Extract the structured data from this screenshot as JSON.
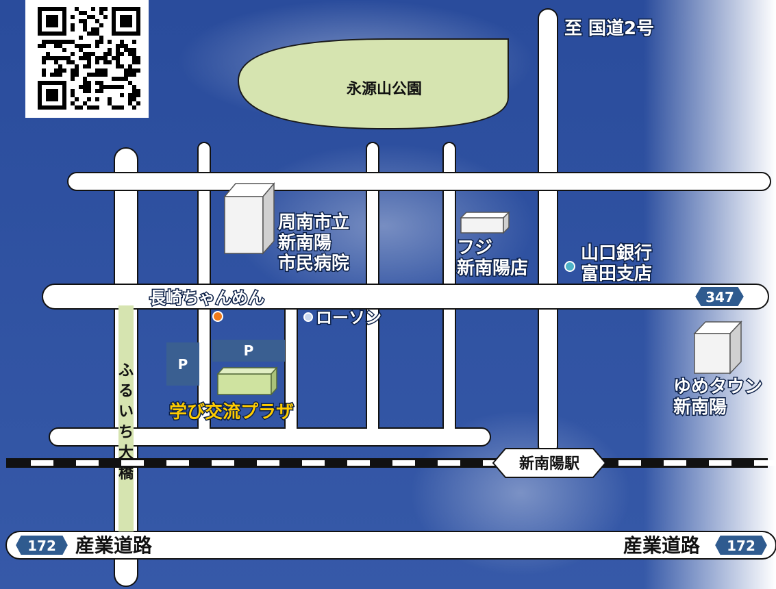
{
  "park": {
    "label": "永源山公園"
  },
  "direction": {
    "label": "至 国道2号"
  },
  "hospital": {
    "line1": "周南市立",
    "line2": "新南陽",
    "line3": "市民病院"
  },
  "fuji": {
    "line1": "フジ",
    "line2": "新南陽店"
  },
  "bank": {
    "line1": "山口銀行",
    "line2": "富田支店"
  },
  "ramen": {
    "label": "長崎ちゃんめん"
  },
  "lawson": {
    "label": "ローソン"
  },
  "parking": {
    "label_1": "P",
    "label_2": "P"
  },
  "plaza": {
    "label": "学び交流プラザ"
  },
  "youme": {
    "line1": "ゆめタウン",
    "line2": "新南陽"
  },
  "bridge": {
    "label_chars": [
      "ふ",
      "る",
      "い",
      "ち",
      "大",
      "橋"
    ]
  },
  "station": {
    "label": "新南陽駅"
  },
  "route347": {
    "number": "347"
  },
  "industrial_road": {
    "left_label": "産業道路",
    "right_label": "産業道路",
    "route_left": "172",
    "route_right": "172"
  },
  "colors": {
    "sky_top": "#2a4c9c",
    "sky_bottom": "#3659a8",
    "park_fill": "#d6e4b0",
    "parking_fill": "#3a5f91",
    "plaza_fill": "#cfe3a0",
    "plaza_label": "#ffcc00",
    "route_shield": "#2f5b8f",
    "ramen_dot": "#f07a1a",
    "bank_dot": "#4fb3c8"
  }
}
